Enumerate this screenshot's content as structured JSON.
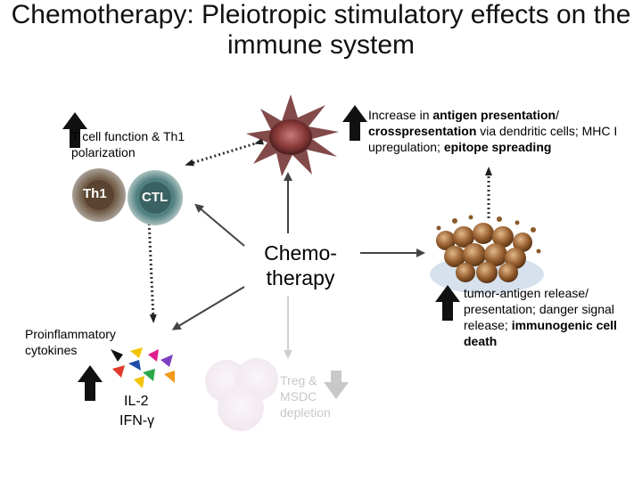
{
  "title": "Chemotherapy: Pleiotropic stimulatory effects on the immune system",
  "center": {
    "label": "Chemo-therapy"
  },
  "tcell": {
    "text": "T cell function & Th1 polarization",
    "th1_label": "Th1",
    "ctl_label": "CTL"
  },
  "dc": {
    "text_parts": [
      {
        "text": "Increase in ",
        "bold": false
      },
      {
        "text": "antigen presentation",
        "bold": true
      },
      {
        "text": "/ ",
        "bold": false
      },
      {
        "text": "crosspresentation",
        "bold": true
      },
      {
        "text": " via dendritic cells; MHC I upregulation; ",
        "bold": false
      },
      {
        "text": "epitope spreading",
        "bold": true
      }
    ]
  },
  "tumor": {
    "text_parts": [
      {
        "text": "tumor-antigen release/ presentation; danger signal release; ",
        "bold": false
      },
      {
        "text": "immunogenic cell death",
        "bold": true
      }
    ]
  },
  "cytokines": {
    "text": "Proinflammatory cytokines",
    "il2": "IL-2",
    "ifn": "IFN-γ"
  },
  "treg": {
    "text": "Treg & MSDC depletion"
  },
  "colors": {
    "arrow": "#111111",
    "dotted_arrow": "#333333",
    "faded": "#c8c8c8",
    "dc_cell": "#8b3a3a",
    "tumor_cell": "#8a5a2b",
    "th1_cell": "#5a4a3a",
    "ctl_cell": "#3f6b6b"
  }
}
